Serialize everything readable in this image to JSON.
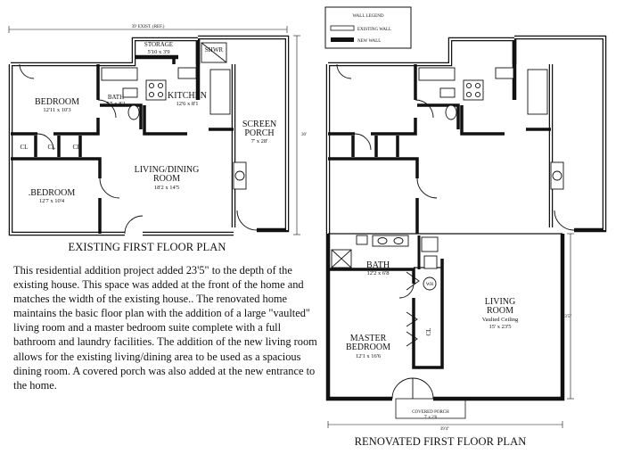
{
  "existing_plan": {
    "caption": "EXISTING FIRST FLOOR PLAN",
    "overall_dim": "39' EXIST. (REF.)",
    "side_dim": "30'",
    "rooms": {
      "bedroom1": {
        "name": "BEDROOM",
        "dims": "12'11 x 10'3"
      },
      "bath": {
        "name": "BATH",
        "dims": "5'5 x 8'1"
      },
      "kitchen": {
        "name": "KITCHEN",
        "dims": "12'6 x 8'1"
      },
      "storage": {
        "name": "STORAGE",
        "dims": "5'10 x 3'9"
      },
      "shower": {
        "name": "SHWR"
      },
      "screen_porch": {
        "name_line1": "SCREEN",
        "name_line2": "PORCH",
        "dims": "7' x 28'"
      },
      "closet1": {
        "name": "CL"
      },
      "closet2": {
        "name": "CL"
      },
      "closet3": {
        "name": "CL"
      },
      "living": {
        "name_line1": "LIVING/DINING",
        "name_line2": "ROOM",
        "dims": "18'2 x 14'5"
      },
      "bedroom2": {
        "name": ".BEDROOM",
        "dims": "12'7 x 10'4"
      }
    }
  },
  "legend": {
    "title": "WALL LEGEND",
    "existing": "EXISTING WALL",
    "new": "NEW WALL"
  },
  "renovated_plan": {
    "caption": "RENOVATED FIRST FLOOR PLAN",
    "width_dim": "39'4\"",
    "depth_dim": "23'5\"",
    "rooms": {
      "bath": {
        "name": "BATH",
        "dims": "12'2 x 6'8"
      },
      "wh": {
        "name": "WH"
      },
      "closet": {
        "name": "CL"
      },
      "living": {
        "name_line1": "LIVING",
        "name_line2": "ROOM",
        "note": "Vaulted Ceiling",
        "dims": "15' x 23'5"
      },
      "master": {
        "name_line1": "MASTER",
        "name_line2": "BEDROOM",
        "dims": "12'1 x 16'6"
      },
      "porch": {
        "name": "COVERED PORCH",
        "dims": "7' x 2'6"
      }
    }
  },
  "description": "This residential addition project added 23'5\" to the depth of the existing house.  This space was added at the front of the home and matches the width of the existing house.. The renovated home maintains the basic floor plan with the addition of a large \"vaulted\" living room and a master bedroom suite complete with a full bathroom and laundry facilities.  The addition of the new living room allows for the existing living/dining area to be used as a spacious dining room.  A covered porch was also added at the new entrance to the home."
}
